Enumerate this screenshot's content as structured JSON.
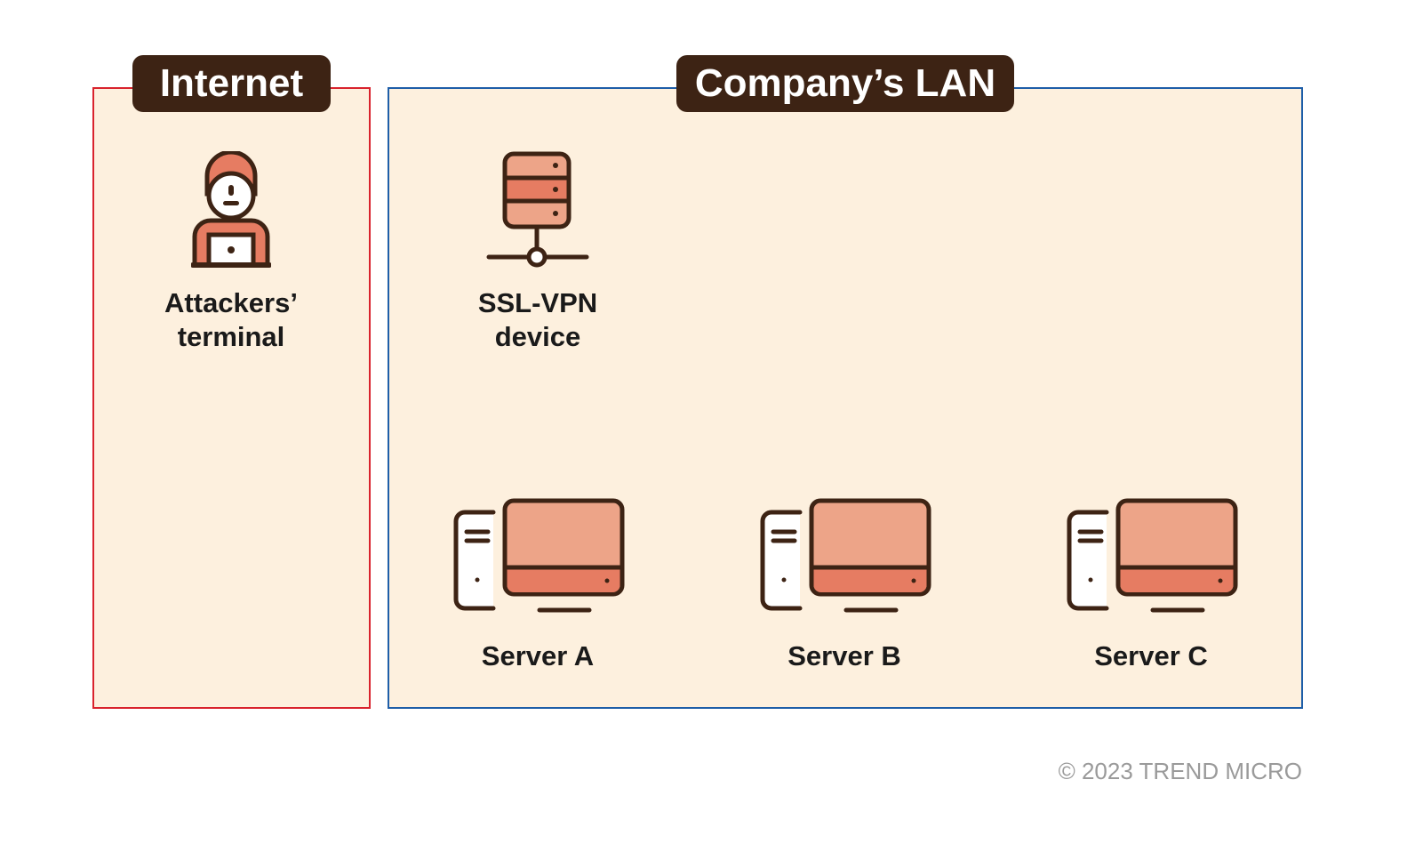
{
  "zones": {
    "internet": {
      "title": "Internet",
      "border_color": "#d9232d"
    },
    "lan": {
      "title": "Company’s LAN",
      "border_color": "#1e5ea8"
    }
  },
  "nodes": {
    "attacker": {
      "line1": "Attackers’",
      "line2": "terminal",
      "icon": "attacker-laptop-icon"
    },
    "vpn": {
      "line1": "SSL-VPN",
      "line2": "device",
      "icon": "server-network-icon"
    },
    "server_a": {
      "label": "Server A",
      "icon": "desktop-computer-icon"
    },
    "server_b": {
      "label": "Server B",
      "icon": "desktop-computer-icon"
    },
    "server_c": {
      "label": "Server C",
      "icon": "desktop-computer-icon"
    }
  },
  "colors": {
    "dark": "#3d2314",
    "background": "#fdf0de",
    "accent_light": "#eda488",
    "accent": "#e67c62"
  },
  "footer": {
    "copyright": "© 2023 TREND MICRO"
  }
}
